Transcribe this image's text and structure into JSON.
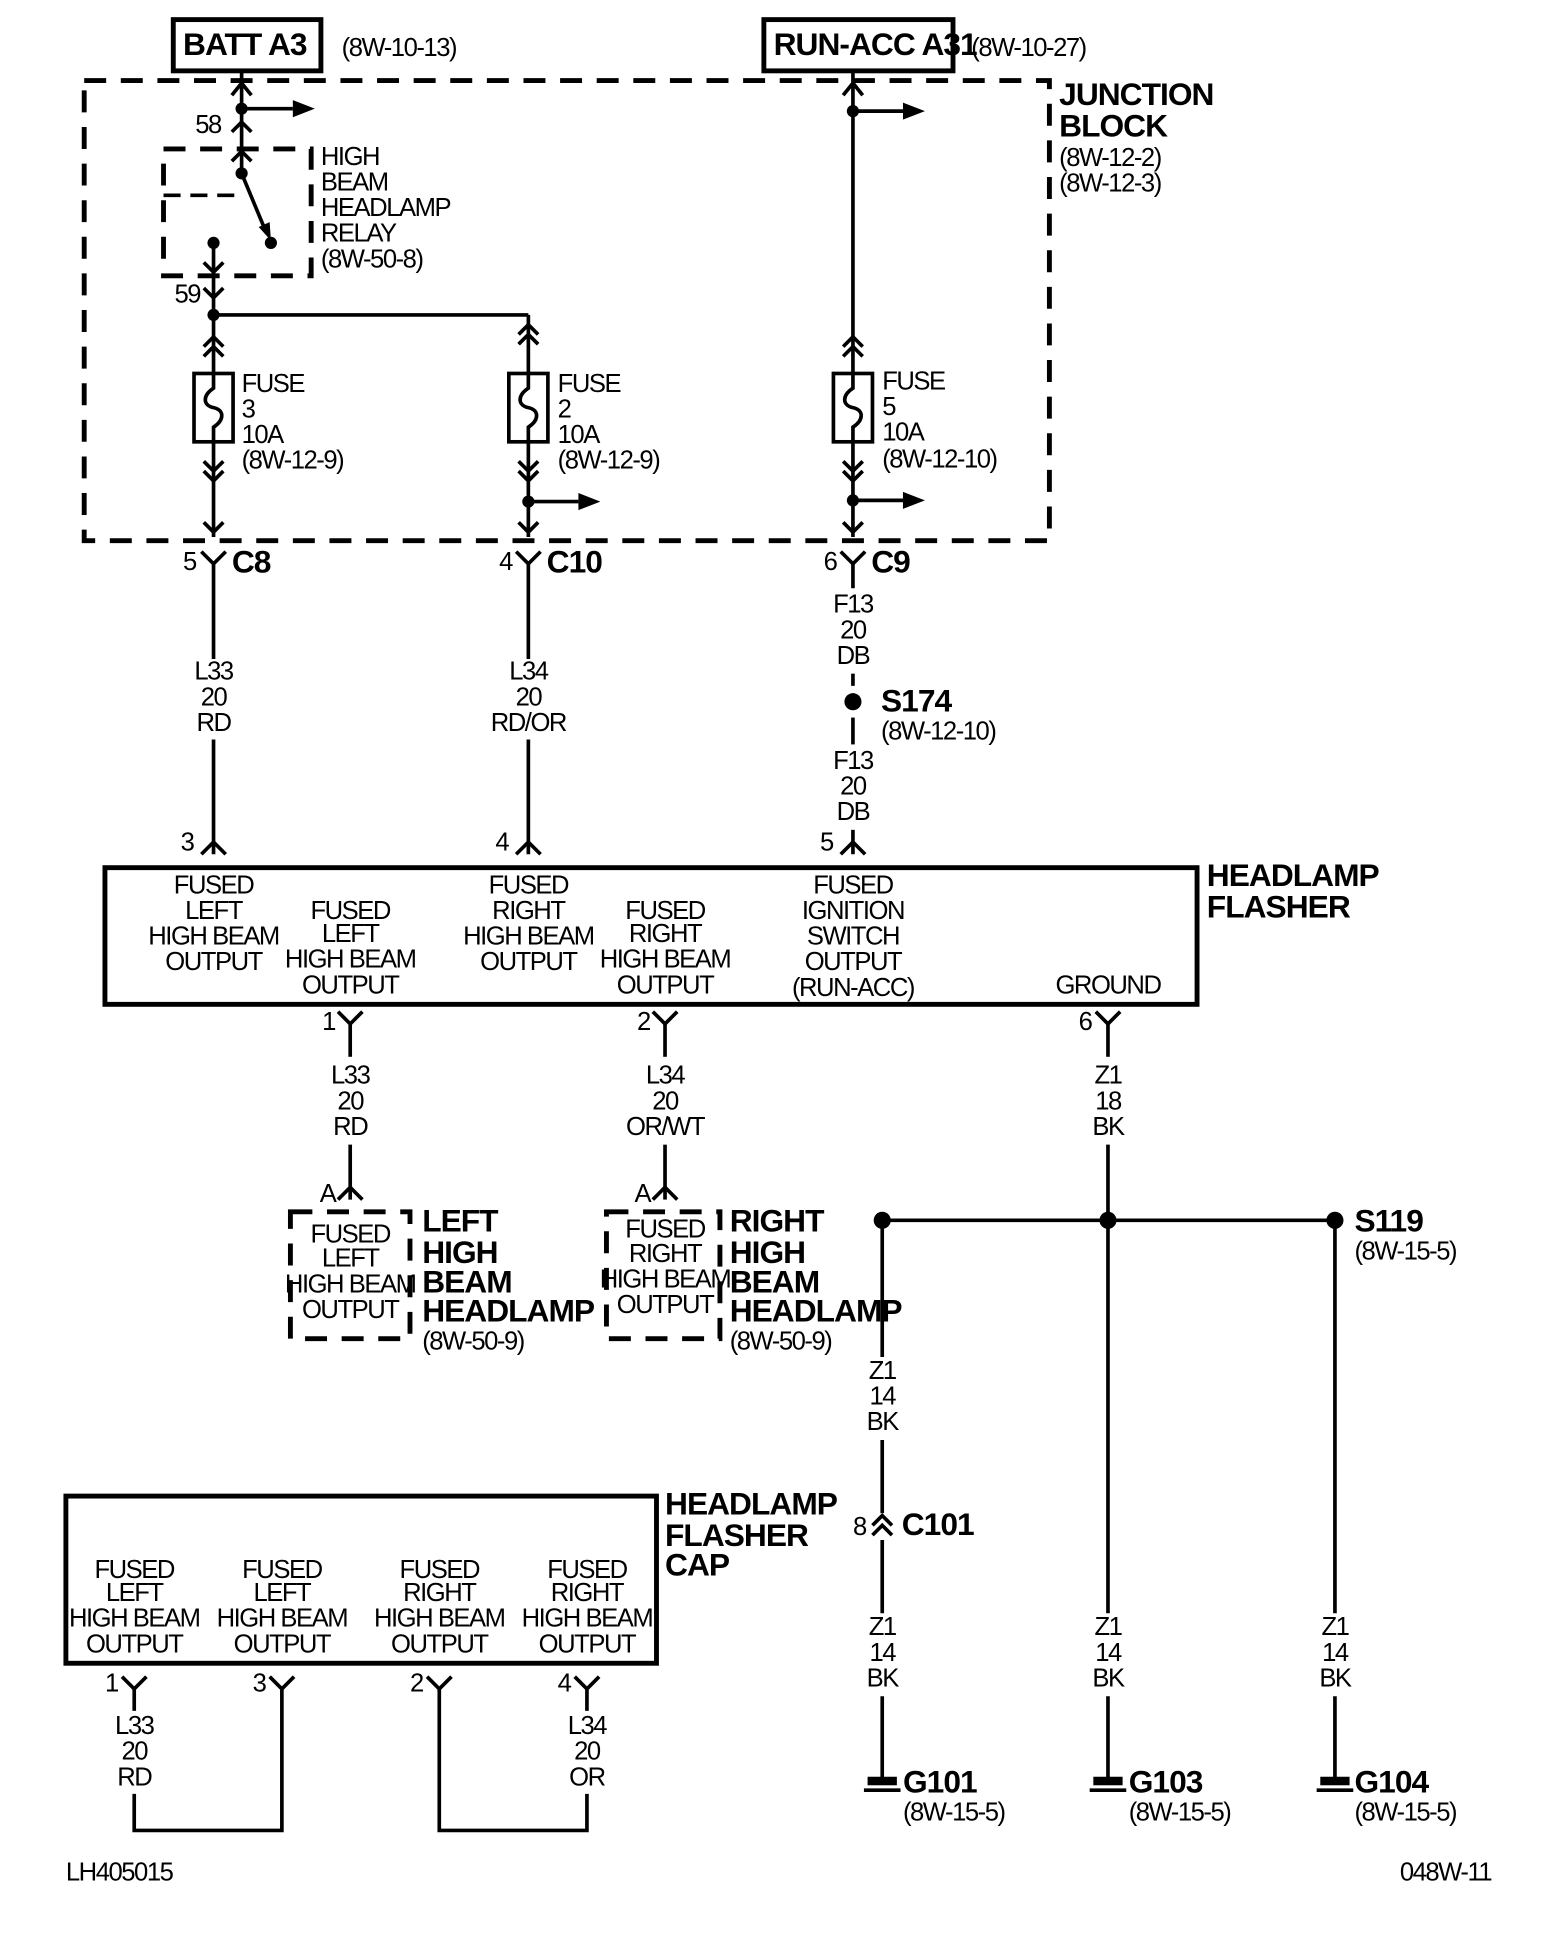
{
  "batt": {
    "label": "BATT A3",
    "ref": "(8W-10-13)"
  },
  "runacc": {
    "label": "RUN-ACC A31",
    "ref": "(8W-10-27)"
  },
  "junction": {
    "title": [
      "JUNCTION",
      "BLOCK"
    ],
    "refs": [
      "(8W-12-2)",
      "(8W-12-3)"
    ]
  },
  "relay": {
    "pin_top": "58",
    "pin_bottom": "59",
    "label": [
      "HIGH",
      "BEAM",
      "HEADLAMP",
      "RELAY",
      "(8W-50-8)"
    ]
  },
  "fuse3": [
    "FUSE",
    "3",
    "10A",
    "(8W-12-9)"
  ],
  "fuse2": [
    "FUSE",
    "2",
    "10A",
    "(8W-12-9)"
  ],
  "fuse5": [
    "FUSE",
    "5",
    "10A",
    "(8W-12-10)"
  ],
  "c8": {
    "pin": "5",
    "name": "C8"
  },
  "c10": {
    "pin": "4",
    "name": "C10"
  },
  "c9": {
    "pin": "6",
    "name": "C9"
  },
  "wire_l33": [
    "L33",
    "20",
    "RD"
  ],
  "wire_l34": [
    "L34",
    "20",
    "RD/OR"
  ],
  "wire_f13": [
    "F13",
    "20",
    "DB"
  ],
  "splice_s174": {
    "name": "S174",
    "ref": "(8W-12-10)"
  },
  "flasher": {
    "title": [
      "HEADLAMP",
      "FLASHER"
    ],
    "pins_top": [
      "3",
      "4",
      "5"
    ],
    "pins_bottom": [
      "1",
      "2",
      "6"
    ],
    "cells": {
      "c1": [
        "FUSED",
        "LEFT",
        "HIGH BEAM",
        "OUTPUT"
      ],
      "c2": [
        "FUSED",
        "LEFT",
        "HIGH BEAM",
        "OUTPUT"
      ],
      "c3": [
        "FUSED",
        "RIGHT",
        "HIGH BEAM",
        "OUTPUT"
      ],
      "c4": [
        "FUSED",
        "RIGHT",
        "HIGH BEAM",
        "OUTPUT"
      ],
      "c5": [
        "FUSED",
        "IGNITION",
        "SWITCH",
        "OUTPUT",
        "(RUN-ACC)"
      ],
      "c6": "GROUND"
    }
  },
  "wire_out_l33": [
    "L33",
    "20",
    "RD"
  ],
  "wire_out_l34": [
    "L34",
    "20",
    "OR/WT"
  ],
  "wire_z1_18": [
    "Z1",
    "18",
    "BK"
  ],
  "left_lamp": {
    "pin": "A",
    "inner": [
      "FUSED",
      "LEFT",
      "HIGH BEAM",
      "OUTPUT"
    ],
    "title": [
      "LEFT",
      "HIGH",
      "BEAM",
      "HEADLAMP"
    ],
    "ref": "(8W-50-9)"
  },
  "right_lamp": {
    "pin": "A",
    "inner": [
      "FUSED",
      "RIGHT",
      "HIGH BEAM",
      "OUTPUT"
    ],
    "title": [
      "RIGHT",
      "HIGH",
      "BEAM",
      "HEADLAMP"
    ],
    "ref": "(8W-50-9)"
  },
  "splice_s119": {
    "name": "S119",
    "ref": "(8W-15-5)"
  },
  "wire_z1_14": [
    "Z1",
    "14",
    "BK"
  ],
  "c101": {
    "pin": "8",
    "name": "C101"
  },
  "grounds": {
    "g101": {
      "name": "G101",
      "ref": "(8W-15-5)"
    },
    "g103": {
      "name": "G103",
      "ref": "(8W-15-5)"
    },
    "g104": {
      "name": "G104",
      "ref": "(8W-15-5)"
    }
  },
  "cap": {
    "title": [
      "HEADLAMP",
      "FLASHER",
      "CAP"
    ],
    "cells": [
      [
        "FUSED",
        "LEFT",
        "HIGH BEAM",
        "OUTPUT"
      ],
      [
        "FUSED",
        "LEFT",
        "HIGH BEAM",
        "OUTPUT"
      ],
      [
        "FUSED",
        "RIGHT",
        "HIGH BEAM",
        "OUTPUT"
      ],
      [
        "FUSED",
        "RIGHT",
        "HIGH BEAM",
        "OUTPUT"
      ]
    ],
    "pins": [
      "1",
      "3",
      "2",
      "4"
    ],
    "wire_a": [
      "L33",
      "20",
      "RD"
    ],
    "wire_b": [
      "L34",
      "20",
      "OR"
    ]
  },
  "footer": {
    "left": "LH405015",
    "right": "048W-11"
  }
}
